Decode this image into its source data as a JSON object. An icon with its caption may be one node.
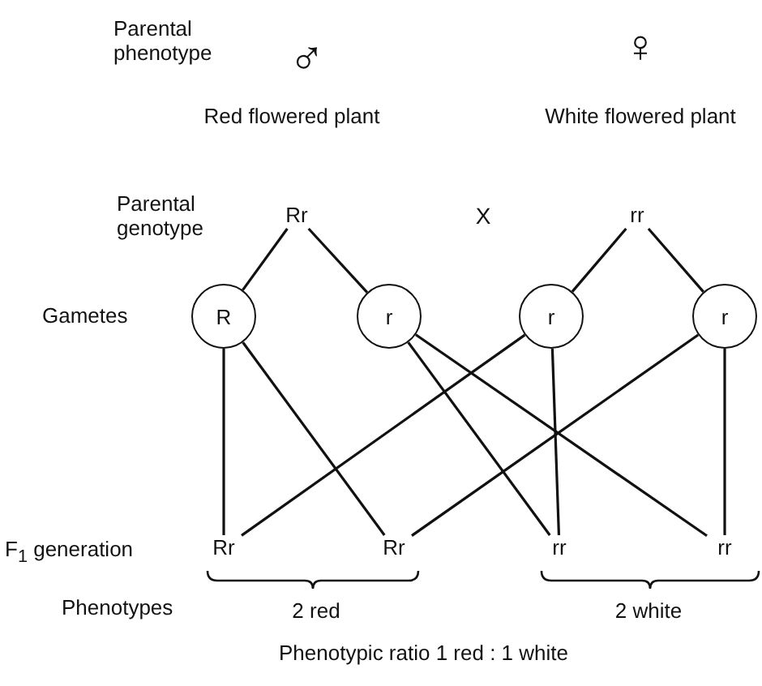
{
  "diagram": {
    "nodes": [
      {
        "text": [
          "Rr"
        ]
      },
      {
        "text": [
          "rr"
        ]
      },
      {
        "text": [
          "R"
        ]
      },
      {
        "text": [
          "r"
        ]
      },
      {
        "text": [
          "r"
        ]
      },
      {
        "text": [
          "r"
        ]
      },
      {
        "text": [
          "Rr"
        ]
      },
      {
        "text": [
          "Rr"
        ]
      },
      {
        "text": [
          "rr"
        ]
      },
      {
        "text": [
          "rr"
        ]
      }
    ],
    "edges": [
      {
        "from": 0,
        "to": 2,
        "arrow": "none"
      },
      {
        "from": 0,
        "to": 3,
        "arrow": "none"
      },
      {
        "from": 1,
        "to": 4,
        "arrow": "none"
      },
      {
        "from": 1,
        "to": 5,
        "arrow": "none"
      },
      {
        "from": 2,
        "to": 6,
        "arrow": "none"
      },
      {
        "from": 2,
        "to": 7,
        "arrow": "none"
      },
      {
        "from": 3,
        "to": 8,
        "arrow": "none"
      },
      {
        "from": 3,
        "to": 9,
        "arrow": "none"
      },
      {
        "from": 4,
        "to": 6,
        "arrow": "none"
      },
      {
        "from": 4,
        "to": 8,
        "arrow": "none"
      },
      {
        "from": 5,
        "to": 7,
        "arrow": "none"
      },
      {
        "from": 5,
        "to": 9,
        "arrow": "none"
      }
    ],
    "labels": [
      "Parental phenotype",
      "♂",
      "♀",
      "Red flowered plant",
      "White flowered plant",
      "Parental genotype",
      "X",
      "Gametes",
      "F$_{1}$ generation",
      "Phenotypes",
      "2 red",
      "2 white",
      "Phenotypic ratio 1 red : 1 white"
    ]
  }
}
